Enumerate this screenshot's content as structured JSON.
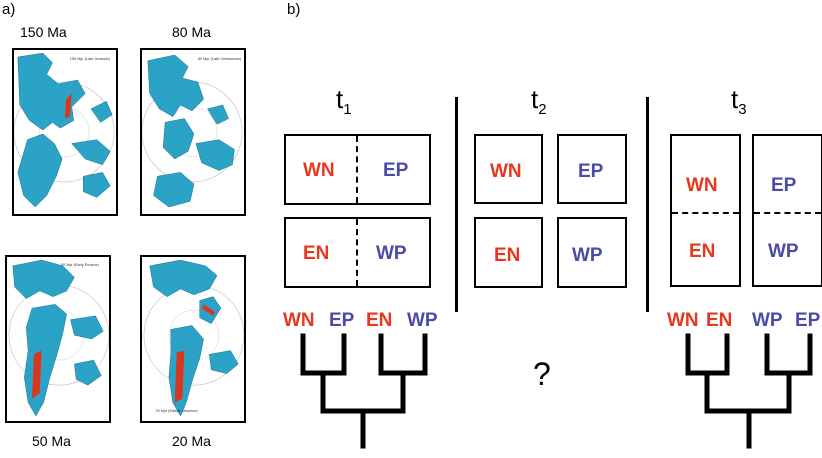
{
  "panel_a": {
    "label": "a)",
    "maps": [
      {
        "age": "150 Ma",
        "caption": "150 Myr (Late Jurassic)"
      },
      {
        "age": "80 Ma",
        "caption": "80 Myr (Late Cretaceous)"
      },
      {
        "age": "50 Ma",
        "caption": "50 Myr (Early Eocene)"
      },
      {
        "age": "20 Ma",
        "caption": "20 Myr (Middle Miocene)"
      }
    ]
  },
  "panel_b": {
    "label": "b)",
    "times": [
      {
        "base": "t",
        "sub": "1"
      },
      {
        "base": "t",
        "sub": "2"
      },
      {
        "base": "t",
        "sub": "3"
      }
    ],
    "areas": {
      "WN": "WN",
      "EP": "EP",
      "EN": "EN",
      "WP": "WP"
    },
    "t1_leaves": [
      "WN",
      "EP",
      "EN",
      "WP"
    ],
    "t3_leaves": [
      "WN",
      "EN",
      "WP",
      "EP"
    ],
    "unknown": "?"
  },
  "colors": {
    "ocean_land": "#2ba3c6",
    "highlight": "#d9361e",
    "red_label": "#e8371f",
    "blue_label": "#4a4aa8"
  }
}
